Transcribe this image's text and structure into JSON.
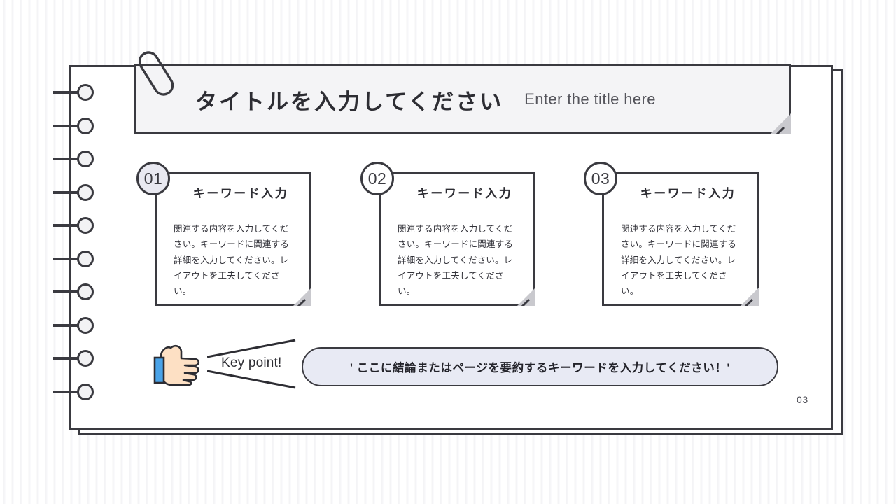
{
  "slide": {
    "page_number": "03"
  },
  "header": {
    "title_ja": "タイトルを入力してください",
    "title_en": "Enter the title here",
    "paperclip_icon": "paperclip-icon",
    "fold_icon": "folded-corner-icon"
  },
  "binding": {
    "ring_icon": "spiral-ring-icon",
    "ring_count": 10
  },
  "cards": [
    {
      "number": "01",
      "heading": "キーワード入力",
      "body": "関連する内容を入力してください。キーワードに関連する詳細を入力してください。レイアウトを工夫してください。",
      "badge_filled": true
    },
    {
      "number": "02",
      "heading": "キーワード入力",
      "body": "関連する内容を入力してください。キーワードに関連する詳細を入力してください。レイアウトを工夫してください。",
      "badge_filled": false
    },
    {
      "number": "03",
      "heading": "キーワード入力",
      "body": "関連する内容を入力してください。キーワードに関連する詳細を入力してください。レイアウトを工夫してください。",
      "badge_filled": false
    }
  ],
  "keypoint": {
    "label": "Key point!",
    "hand_icon": "pointing-hand-icon",
    "hand_skin_color": "#fde0c4",
    "hand_cuff_color": "#4aa3e8"
  },
  "conclusion": {
    "text": "' ここに結論またはページを要約するキーワードを入力してください！'",
    "fill_color": "#e8eaf4",
    "border_color": "#3a3a40"
  },
  "colors": {
    "ink": "#3a3a40",
    "header_fill": "#f4f4f6",
    "fold_fill": "#c9c9ce",
    "badge_fill": "#e9e9f1",
    "accent_lavender": "#e8eaf4"
  }
}
